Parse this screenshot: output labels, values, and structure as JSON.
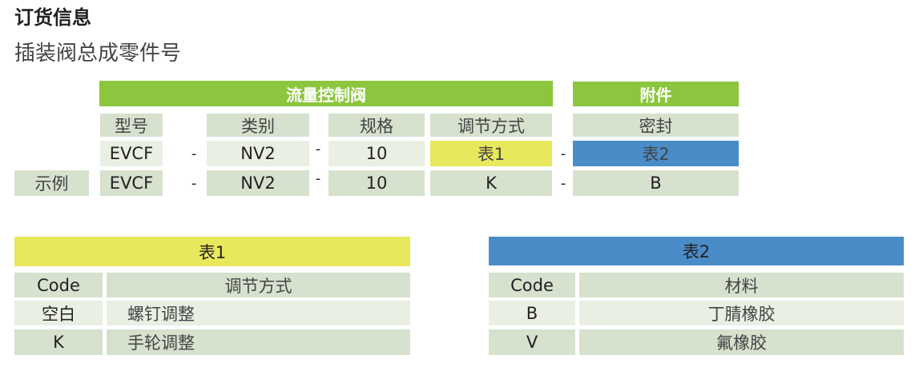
{
  "title": "订货信息",
  "subtitle": "插装阀总成零件号",
  "groups": {
    "valve": "流量控制阀",
    "accessory": "附件"
  },
  "headers": [
    "型号",
    "类别",
    "规格",
    "调节方式",
    "密封"
  ],
  "code_row": [
    "EVCF",
    "NV2",
    "10",
    "表1",
    "表2"
  ],
  "example_label": "示例",
  "example_row": [
    "EVCF",
    "NV2",
    "10",
    "K",
    "B"
  ],
  "separator": "-",
  "table1": {
    "title": "表1",
    "col_code": "Code",
    "col_desc": "调节方式",
    "rows": [
      {
        "code": "空白",
        "desc": "螺钉调整"
      },
      {
        "code": "K",
        "desc": "手轮调整"
      }
    ]
  },
  "table2": {
    "title": "表2",
    "col_code": "Code",
    "col_desc": "材料",
    "rows": [
      {
        "code": "B",
        "desc": "丁腈橡胶"
      },
      {
        "code": "V",
        "desc": "氟橡胶"
      }
    ]
  },
  "colors": {
    "green": "#8cc63f",
    "yellow": "#e8e85c",
    "blue": "#4a8cc8",
    "cell": "#d6e1ce",
    "cell_light": "#e9efe3"
  }
}
